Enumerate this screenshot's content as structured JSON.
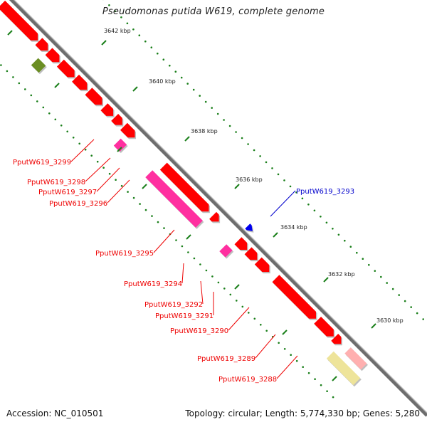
{
  "title": "Pseudomonas putida W619, complete genome",
  "footer": {
    "accession": "Accession: NC_010501",
    "summary": "Topology: circular; Length: 5,774,330 bp; Genes: 5,280"
  },
  "colors": {
    "backbone": "#8a8a8a",
    "tick": "#1a7f1a",
    "gene_red": "#ff0000",
    "gene_pink": "#ff2fa0",
    "gene_olive": "#6b8e23",
    "gene_blue": "#0000ee",
    "gene_yellow": "#eee49a",
    "label_red": "#ee0000",
    "label_blue": "#0000cc"
  },
  "scale": {
    "kbp_labels": [
      "3642 kbp",
      "3640 kbp",
      "3638 kbp",
      "3636 kbp",
      "3634 kbp",
      "3632 kbp",
      "3630 kbp"
    ],
    "kbp_values": [
      3642,
      3640,
      3638,
      3636,
      3634,
      3632,
      3630
    ]
  },
  "genes_labeled": [
    {
      "id": "PputW619_3299",
      "color": "red"
    },
    {
      "id": "PputW619_3298",
      "color": "red"
    },
    {
      "id": "PputW619_3297",
      "color": "red"
    },
    {
      "id": "PputW619_3296",
      "color": "red"
    },
    {
      "id": "PputW619_3295",
      "color": "red"
    },
    {
      "id": "PputW619_3294",
      "color": "red"
    },
    {
      "id": "PputW619_3293",
      "color": "blue"
    },
    {
      "id": "PputW619_3292",
      "color": "red"
    },
    {
      "id": "PputW619_3291",
      "color": "red"
    },
    {
      "id": "PputW619_3290",
      "color": "red"
    },
    {
      "id": "PputW619_3289",
      "color": "red"
    },
    {
      "id": "PputW619_3288",
      "color": "red"
    }
  ]
}
